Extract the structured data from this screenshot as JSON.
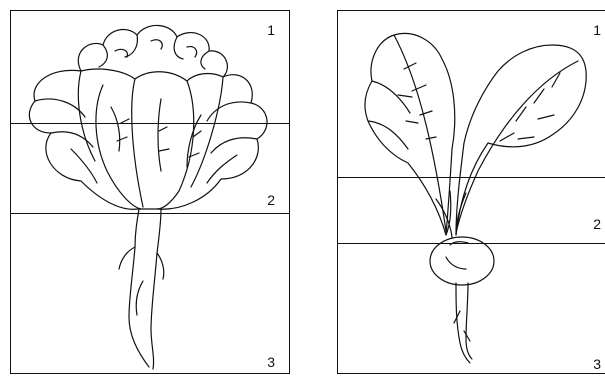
{
  "figures": [
    {
      "subject": "cabbage",
      "zone_labels": [
        "1",
        "2",
        "3"
      ]
    },
    {
      "subject": "radish",
      "zone_labels": [
        "1",
        "2",
        "3"
      ]
    }
  ],
  "colors": {
    "line": "#111111",
    "background": "#ffffff"
  },
  "icons": {
    "left_plant": "cabbage-illustration",
    "right_plant": "radish-illustration"
  }
}
